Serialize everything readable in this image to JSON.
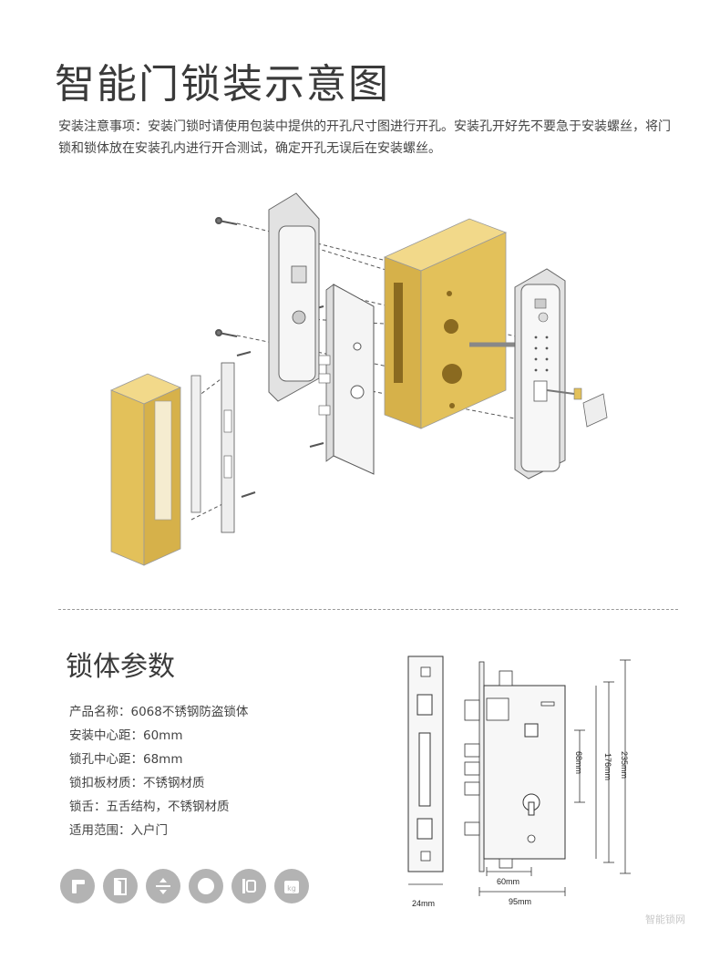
{
  "header": {
    "title": "智能门锁装示意图",
    "notice": "安装注意事项：安装门锁时请使用包装中提供的开孔尺寸图进行开孔。安装孔开好先不要急于安装螺丝，将门锁和锁体放在安装孔内进行开合测试，确定开孔无误后在安装螺丝。"
  },
  "specs_section": {
    "title": "锁体参数",
    "rows": [
      "产品名称：6068不锈钢防盗锁体",
      "安装中心距：60mm",
      "锁孔中心距：68mm",
      "锁扣板材质：不锈钢材质",
      "锁舌：五舌结构，不锈钢材质",
      "适用范围：入户门"
    ]
  },
  "icons": [
    "handle-icon",
    "door-icon",
    "thickness-icon",
    "circle-icon",
    "lockbody-icon",
    "weight-icon"
  ],
  "icon_text": {
    "weight": "kg"
  },
  "dimensions": {
    "d60": "60mm",
    "d68": "68mm",
    "d176": "176mm",
    "d235": "235mm",
    "d24": "24mm",
    "d95": "95mm"
  },
  "watermark": "智能锁网",
  "colors": {
    "gold": "#e3c15a",
    "icon_gray": "#b3b3b3"
  }
}
